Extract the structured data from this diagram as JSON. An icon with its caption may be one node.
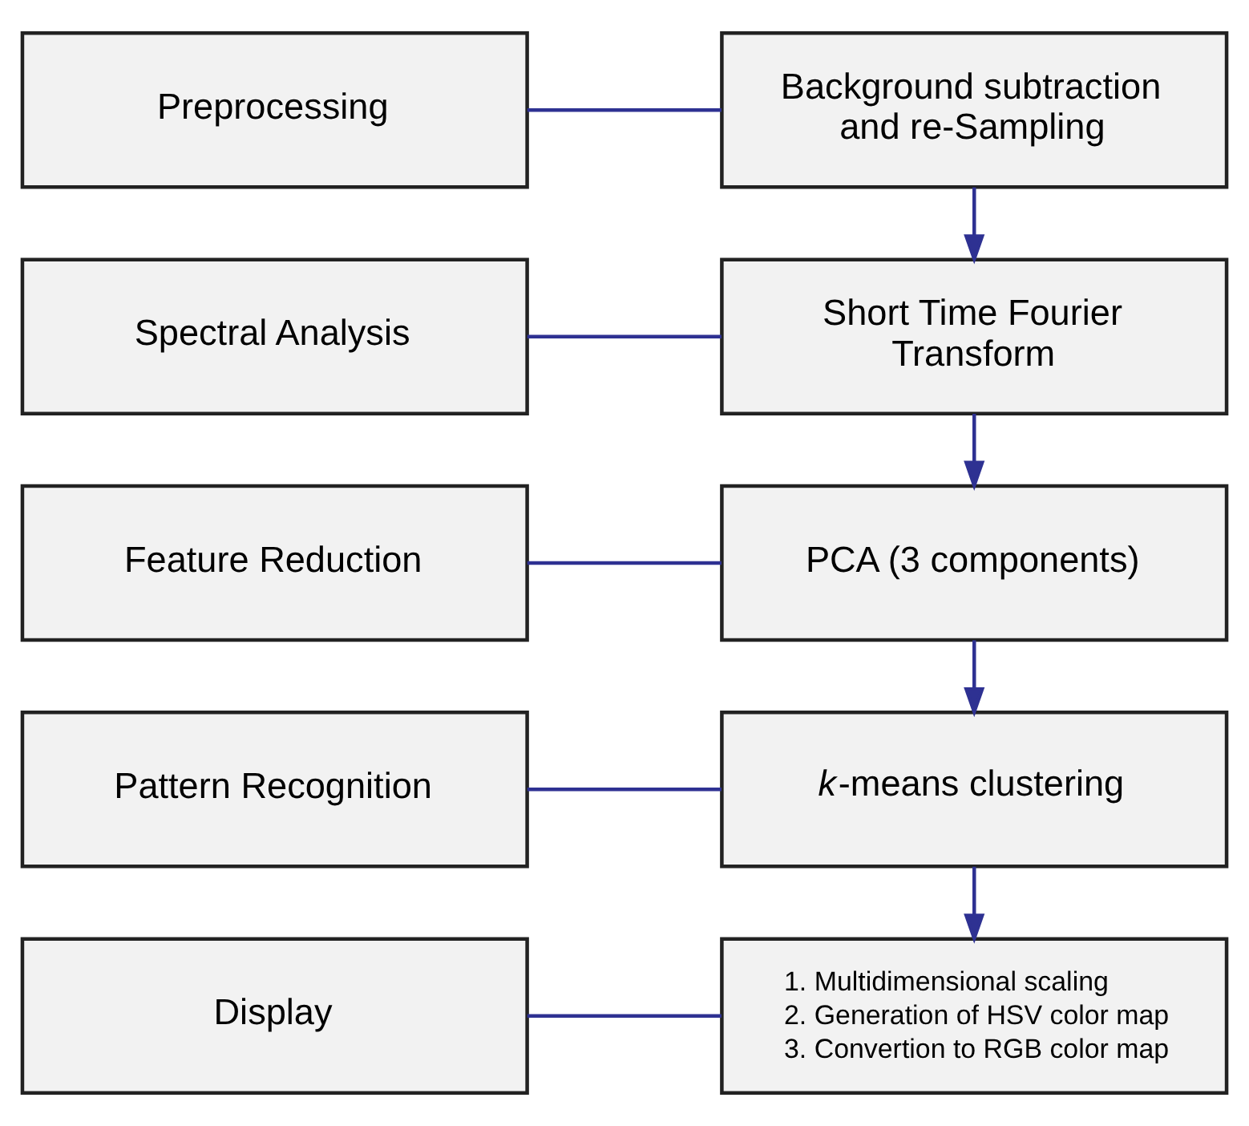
{
  "diagram": {
    "nodes": [
      {
        "text": [
          "Preprocessing"
        ]
      },
      {
        "text": [
          "Background subtraction and re-Sampling"
        ]
      },
      {
        "text": [
          "Spectral Analysis"
        ]
      },
      {
        "text": [
          "Short Time Fourier Transform"
        ]
      },
      {
        "text": [
          "Feature Reduction"
        ]
      },
      {
        "text": [
          "PCA (3 components)"
        ]
      },
      {
        "text": [
          "Pattern Recognition"
        ]
      },
      {
        "text": [
          "*k*-means clustering"
        ]
      },
      {
        "text": [
          "Display"
        ]
      },
      {
        "text": [
          "1. Multidimensional scaling",
          "2. Generation of HSV color map",
          "3. Convertion to RGB color map"
        ]
      }
    ],
    "edges": [
      {
        "from": 0,
        "to": 1,
        "arrow": "none"
      },
      {
        "from": 1,
        "to": 3,
        "arrow": "to"
      },
      {
        "from": 2,
        "to": 3,
        "arrow": "none"
      },
      {
        "from": 3,
        "to": 5,
        "arrow": "to"
      },
      {
        "from": 4,
        "to": 5,
        "arrow": "none"
      },
      {
        "from": 5,
        "to": 7,
        "arrow": "to"
      },
      {
        "from": 6,
        "to": 7,
        "arrow": "none"
      },
      {
        "from": 7,
        "to": 9,
        "arrow": "to"
      },
      {
        "from": 8,
        "to": 9,
        "arrow": "none"
      }
    ]
  }
}
